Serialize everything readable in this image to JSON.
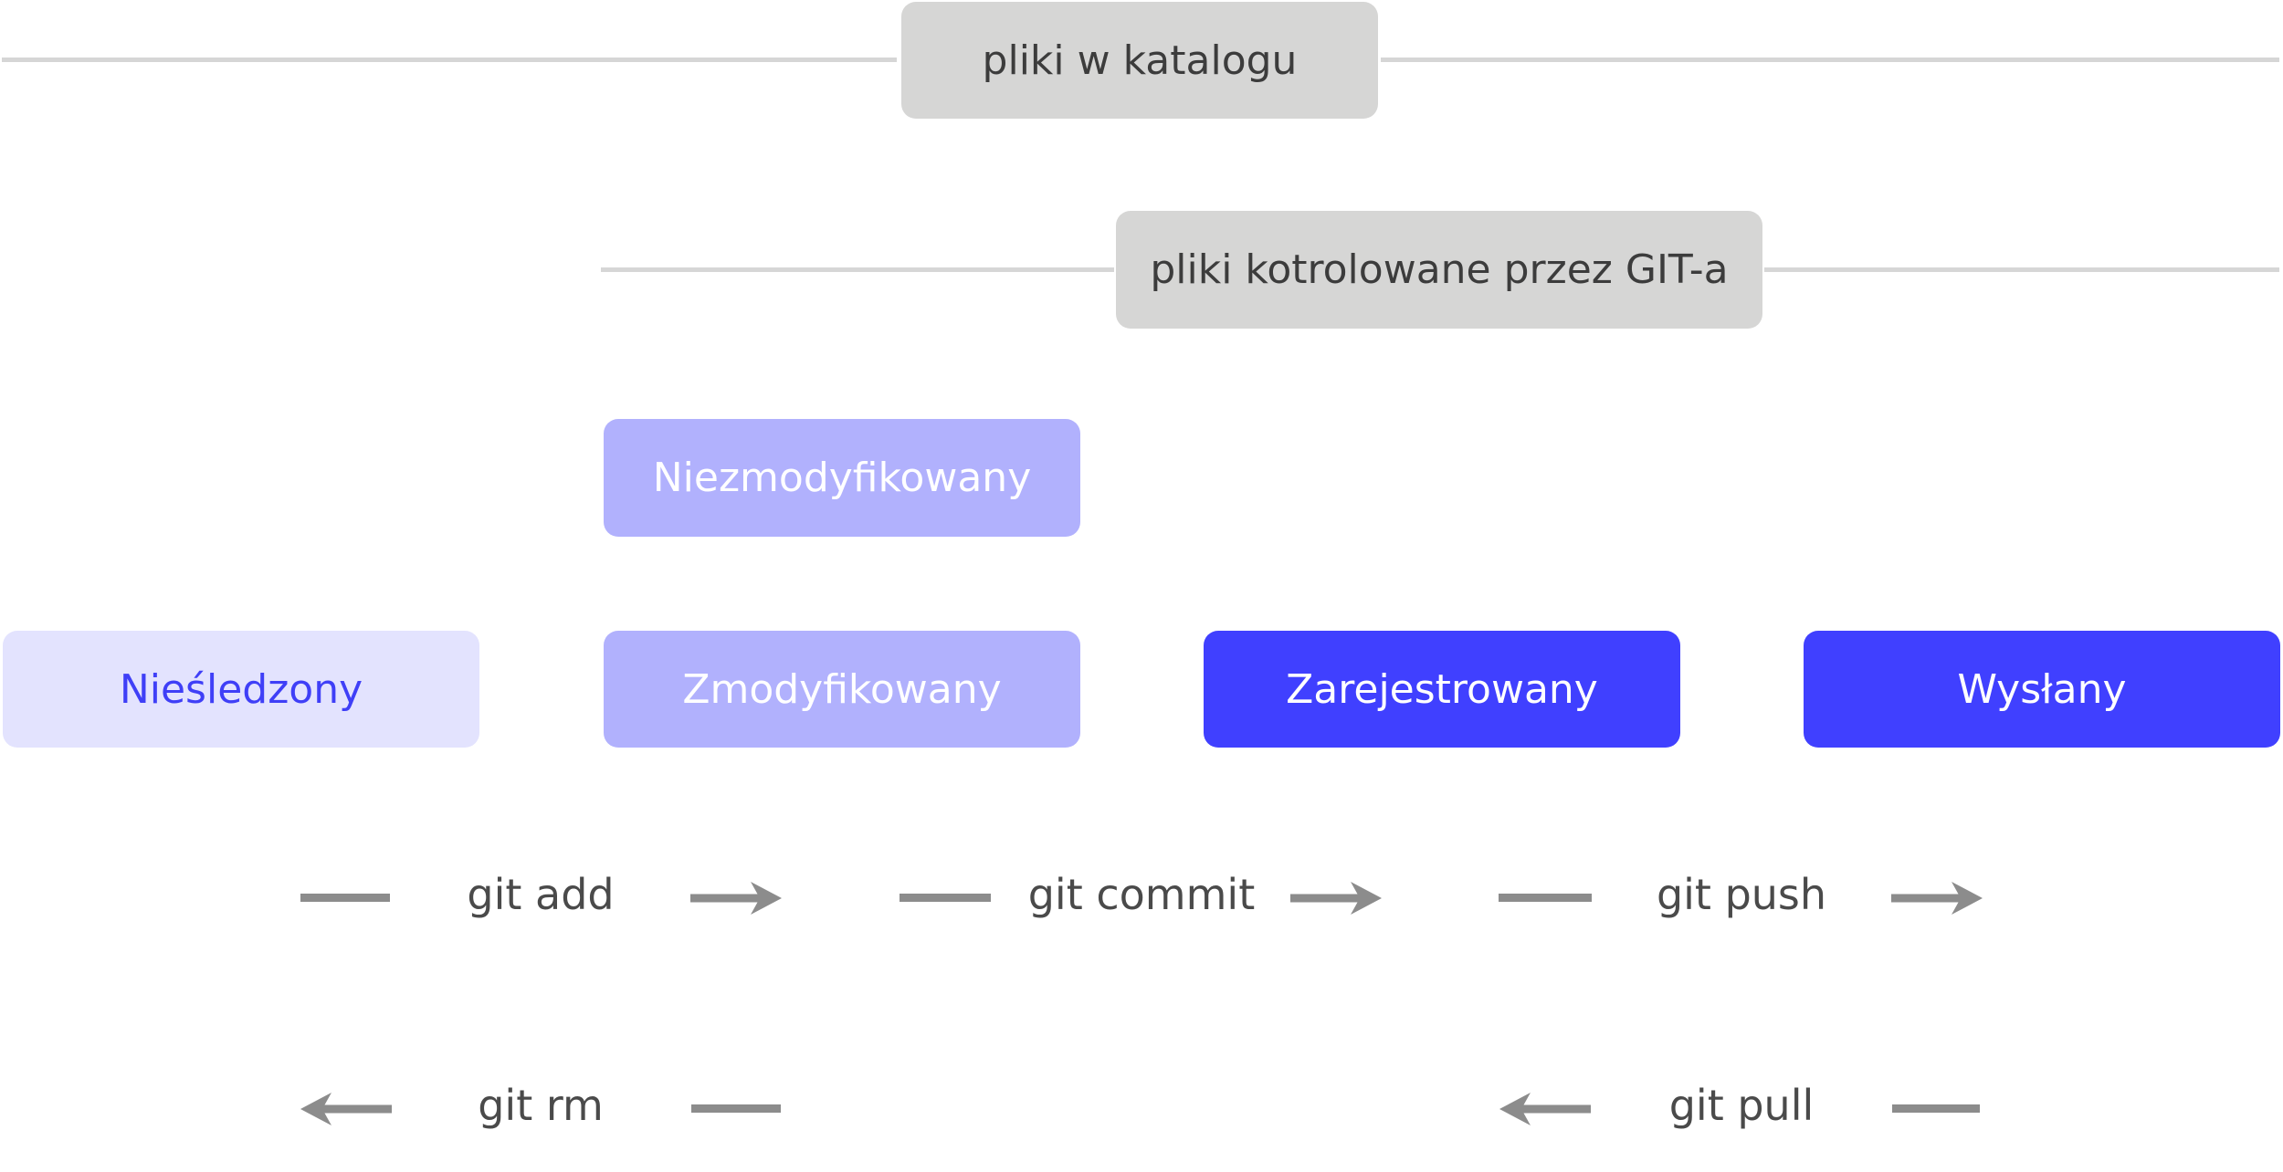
{
  "diagram": {
    "scopes": {
      "catalog": {
        "label": "pliki w katalogu"
      },
      "tracked": {
        "label": "pliki kotrolowane przez GIT-a"
      }
    },
    "states": {
      "unmodified": {
        "label": "Niezmodyfikowany"
      },
      "untracked": {
        "label": "Nieśledzony"
      },
      "modified": {
        "label": "Zmodyfikowany"
      },
      "staged": {
        "label": "Zarejestrowany"
      },
      "pushed": {
        "label": "Wysłany"
      }
    },
    "commands": {
      "add": {
        "label": "git add",
        "direction": "right"
      },
      "commit": {
        "label": "git commit",
        "direction": "right"
      },
      "push": {
        "label": "git push",
        "direction": "right"
      },
      "rm": {
        "label": "git rm",
        "direction": "left"
      },
      "pull": {
        "label": "git pull",
        "direction": "left"
      }
    },
    "colors": {
      "scope_box": "#d6d6d5",
      "scope_line": "#d6d6d6",
      "untracked_fill": "#e3e3fe",
      "untracked_text": "#3f3ff7",
      "modified_fill": "#b1b1fd",
      "staged_fill": "#4040ff",
      "arrow": "#8c8c8c"
    }
  }
}
